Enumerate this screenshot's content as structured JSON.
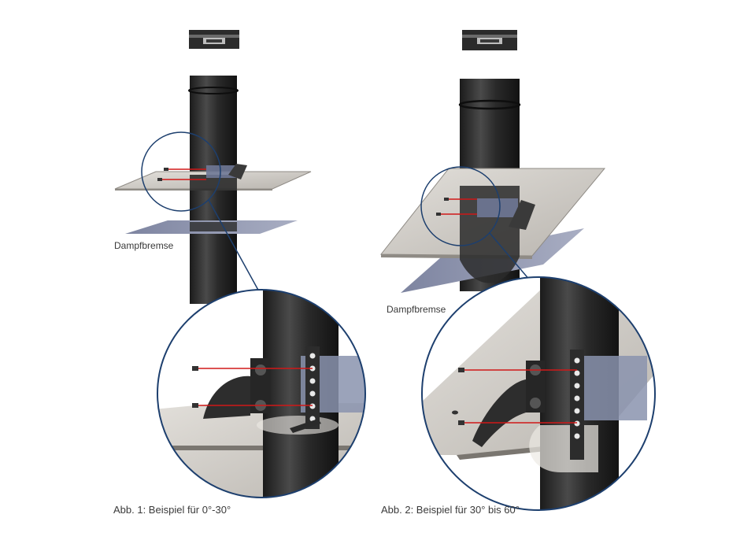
{
  "labels": {
    "vapor_barrier_1": "Dampfbremse",
    "vapor_barrier_2": "Dampfbremse"
  },
  "captions": {
    "fig1": "Abb. 1: Beispiel für 0°-30°",
    "fig2": "Abb. 2: Beispiel für 30° bis 60°"
  },
  "colors": {
    "pipe": "#2e2e2e",
    "plate": "#cfcbc5",
    "membrane": "#9a9fb6",
    "callout": "#1d3f6e",
    "screw_line": "#d01818",
    "band": "#8a93ae"
  }
}
